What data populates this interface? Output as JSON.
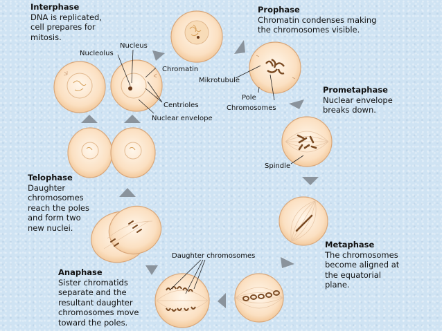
{
  "stages": {
    "interphase": {
      "title": "Interphase",
      "desc": "DNA is replicated,\ncell prepares for\nmitosis."
    },
    "prophase": {
      "title": "Prophase",
      "desc": "Chromatin condenses making\nthe chromosomes visible."
    },
    "prometaphase": {
      "title": "Prometaphase",
      "desc": "Nuclear envelope\nbreaks down."
    },
    "metaphase": {
      "title": "Metaphase",
      "desc": "The chromosomes\nbecome aligned at\nthe equatorial\nplane."
    },
    "anaphase": {
      "title": "Anaphase",
      "desc": "Sister chromatids\nseparate and the\nresultant daughter\nchromosomes move\ntoward the poles."
    },
    "telophase": {
      "title": "Telophase",
      "desc": "Daughter\nchromosomes\nreach the poles\nand form two\nnew nuclei."
    }
  },
  "labels": {
    "nucleus": "Nucleus",
    "nucleolus": "Nucleolus",
    "chromatin": "Chromatin",
    "centrioles": "Centrioles",
    "nuclear_envelope": "Nuclear envelope",
    "mikrotubule": "Mikrotubule",
    "pole": "Pole",
    "chromosomes": "Chromosomes",
    "spindle": "Spindle",
    "daughter_chromosomes": "Daughter chromosomes"
  },
  "colors": {
    "cell_fill": "#fbe3c8",
    "cell_stroke": "#d9a77a",
    "chromosome": "#7a4a22",
    "arrow": "#8a939c"
  }
}
